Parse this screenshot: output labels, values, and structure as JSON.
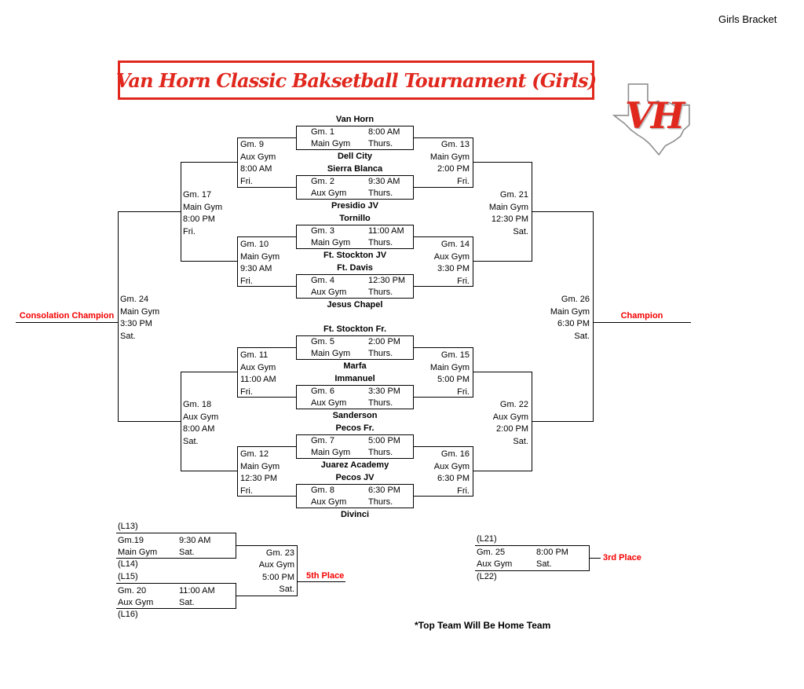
{
  "header": {
    "corner_label": "Girls Bracket",
    "title": "Van Horn Classic Baksetball Tournament (Girls)",
    "logo_text": "VH"
  },
  "colors": {
    "accent_red": "#e0281e",
    "placement_label_red": "#f40000",
    "line_color": "#000000"
  },
  "round1_games": [
    {
      "team_top": "Van Horn",
      "game": "Gm. 1",
      "time": "8:00 AM",
      "gym": "Main Gym",
      "day": "Thurs.",
      "team_bottom": "Dell City"
    },
    {
      "team_top": "Sierra Blanca",
      "game": "Gm. 2",
      "time": "9:30 AM",
      "gym": "Aux Gym",
      "day": "Thurs.",
      "team_bottom": "Presidio JV"
    },
    {
      "team_top": "Tornillo",
      "game": "Gm. 3",
      "time": "11:00 AM",
      "gym": "Main Gym",
      "day": "Thurs.",
      "team_bottom": "Ft. Stockton JV"
    },
    {
      "team_top": "Ft. Davis",
      "game": "Gm. 4",
      "time": "12:30 PM",
      "gym": "Aux Gym",
      "day": "Thurs.",
      "team_bottom": "Jesus Chapel"
    },
    {
      "team_top": "Ft. Stockton Fr.",
      "game": "Gm. 5",
      "time": "2:00 PM",
      "gym": "Main Gym",
      "day": "Thurs.",
      "team_bottom": "Marfa"
    },
    {
      "team_top": "Immanuel",
      "game": "Gm. 6",
      "time": "3:30 PM",
      "gym": "Aux Gym",
      "day": "Thurs.",
      "team_bottom": "Sanderson"
    },
    {
      "team_top": "Pecos Fr.",
      "game": "Gm. 7",
      "time": "5:00 PM",
      "gym": "Main Gym",
      "day": "Thurs.",
      "team_bottom": "Juarez Academy"
    },
    {
      "team_top": "Pecos JV",
      "game": "Gm. 8",
      "time": "6:30 PM",
      "gym": "Aux Gym",
      "day": "Thurs.",
      "team_bottom": "Divinci"
    }
  ],
  "bracket_games": {
    "gm9": {
      "game": "Gm. 9",
      "gym": "Aux Gym",
      "time": "8:00 AM",
      "day": "Fri."
    },
    "gm10": {
      "game": "Gm. 10",
      "gym": "Main Gym",
      "time": "9:30 AM",
      "day": "Fri."
    },
    "gm11": {
      "game": "Gm. 11",
      "gym": "Aux Gym",
      "time": "11:00 AM",
      "day": "Fri."
    },
    "gm12": {
      "game": "Gm. 12",
      "gym": "Main Gym",
      "time": "12:30 PM",
      "day": "Fri."
    },
    "gm13": {
      "game": "Gm. 13",
      "gym": "Main Gym",
      "time": "2:00 PM",
      "day": "Fri."
    },
    "gm14": {
      "game": "Gm. 14",
      "gym": "Aux Gym",
      "time": "3:30 PM",
      "day": "Fri."
    },
    "gm15": {
      "game": "Gm. 15",
      "gym": "Main Gym",
      "time": "5:00 PM",
      "day": "Fri."
    },
    "gm16": {
      "game": "Gm. 16",
      "gym": "Aux Gym",
      "time": "6:30 PM",
      "day": "Fri."
    },
    "gm17": {
      "game": "Gm. 17",
      "gym": "Main Gym",
      "time": "8:00 PM",
      "day": "Fri."
    },
    "gm18": {
      "game": "Gm. 18",
      "gym": "Aux Gym",
      "time": "8:00 AM",
      "day": "Sat."
    },
    "gm21": {
      "game": "Gm. 21",
      "gym": "Main Gym",
      "time": "12:30 PM",
      "day": "Sat."
    },
    "gm22": {
      "game": "Gm. 22",
      "gym": "Aux Gym",
      "time": "2:00 PM",
      "day": "Sat."
    },
    "gm24": {
      "game": "Gm. 24",
      "gym": "Main Gym",
      "time": "3:30 PM",
      "day": "Sat."
    },
    "gm26": {
      "game": "Gm. 26",
      "gym": "Main Gym",
      "time": "6:30 PM",
      "day": "Sat."
    }
  },
  "placement_labels": {
    "consolation": "Consolation Champion",
    "champion": "Champion",
    "fifth": "5th Place",
    "third": "3rd Place"
  },
  "fifth_place_bracket": {
    "l13": "(L13)",
    "l14": "(L14)",
    "l15": "(L15)",
    "l16": "(L16)",
    "gm19": {
      "game": "Gm.19",
      "time": "9:30 AM",
      "gym": "Main Gym",
      "day": "Sat."
    },
    "gm20": {
      "game": "Gm. 20",
      "time": "11:00 AM",
      "gym": "Aux Gym",
      "day": "Sat."
    },
    "gm23": {
      "game": "Gm. 23",
      "gym": "Aux Gym",
      "time": "5:00 PM",
      "day": "Sat."
    }
  },
  "third_place_bracket": {
    "l21": "(L21)",
    "l22": "(L22)",
    "gm25": {
      "game": "Gm. 25",
      "time": "8:00 PM",
      "gym": "Aux Gym",
      "day": "Sat."
    }
  },
  "footnote": "*Top Team Will Be Home Team"
}
